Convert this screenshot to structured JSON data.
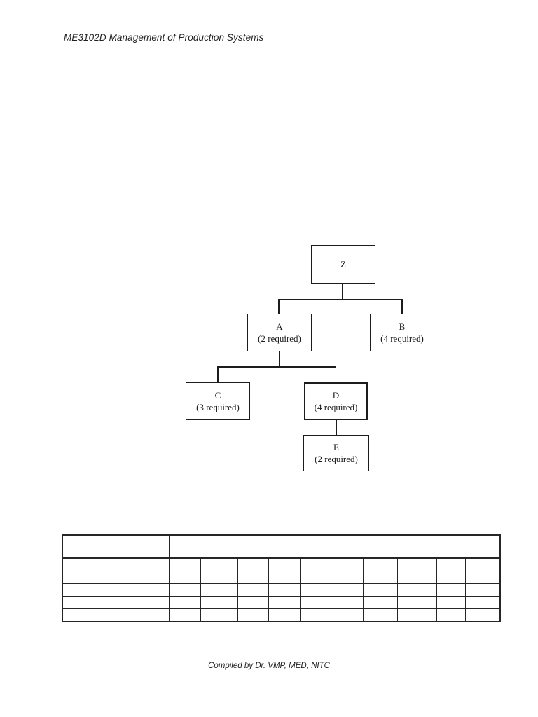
{
  "document": {
    "header_title": "ME3102D Management of Production Systems",
    "footer_credit": "Compiled by Dr. VMP, MED, NITC"
  },
  "bom_tree": {
    "type": "product-structure-tree",
    "nodes": {
      "z": {
        "name": "Z",
        "qty": ""
      },
      "a": {
        "name": "A",
        "qty": "(2 required)"
      },
      "b": {
        "name": "B",
        "qty": "(4 required)"
      },
      "c": {
        "name": "C",
        "qty": "(3 required)"
      },
      "d": {
        "name": "D",
        "qty": "(4 required)"
      },
      "e": {
        "name": "E",
        "qty": "(2 required)"
      }
    },
    "edges": [
      {
        "from": "Z",
        "to": "A"
      },
      {
        "from": "Z",
        "to": "B"
      },
      {
        "from": "A",
        "to": "C"
      },
      {
        "from": "A",
        "to": "D"
      },
      {
        "from": "D",
        "to": "E"
      }
    ]
  },
  "table": {
    "header_cells": [
      "",
      "",
      ""
    ],
    "body_columns": 11,
    "body_rows": 5
  }
}
